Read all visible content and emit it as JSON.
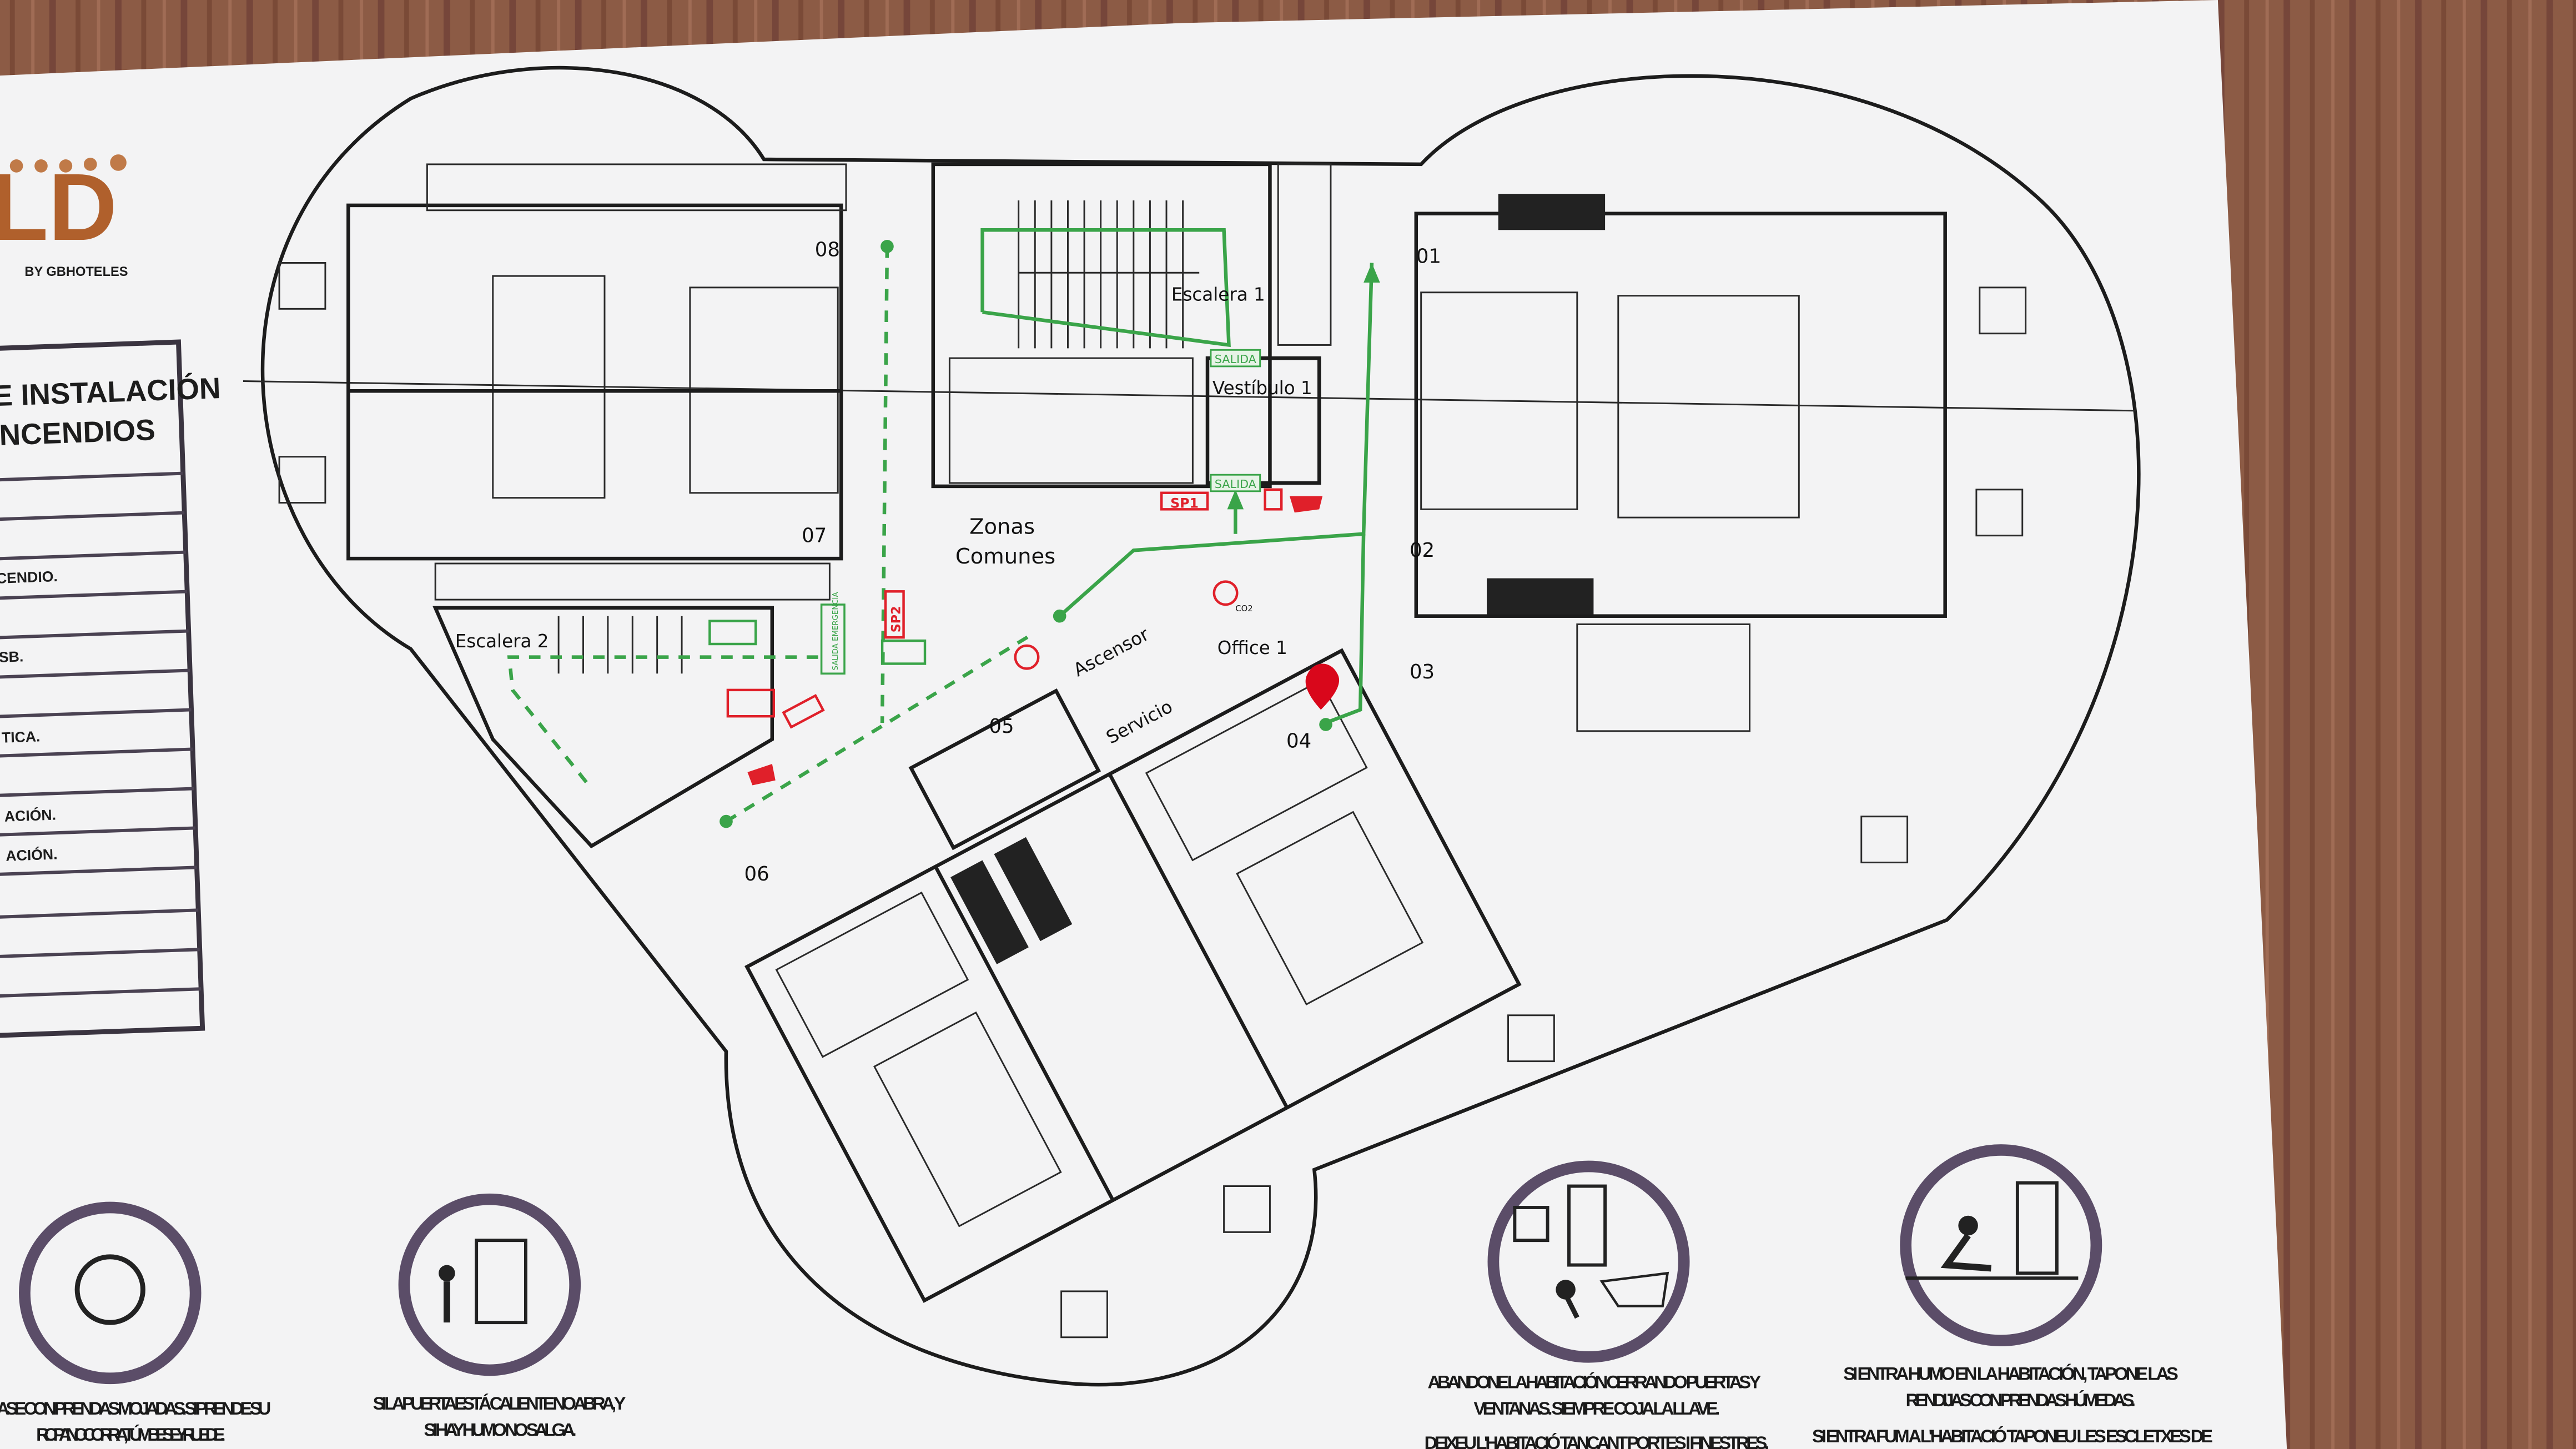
{
  "logo": {
    "letters": "LD",
    "subtitle": "BY GBHOTELES",
    "stars": 5
  },
  "legend_panel": {
    "title_line1": "E INSTALACIÓN",
    "title_line2": "INCENDIOS",
    "rows": [
      "CENDIO.",
      "SB.",
      "TICA.",
      "ACIÓN.",
      "ACIÓN."
    ]
  },
  "plan": {
    "rooms": [
      "08",
      "07",
      "06",
      "05",
      "04",
      "03",
      "02",
      "01"
    ],
    "areas": {
      "escalera1": "Escalera 1",
      "vestibulo1": "Vestíbulo 1",
      "zonas1": "Zonas",
      "zonas2": "Comunes",
      "escalera2": "Escalera 2",
      "ascensor1": "Ascensor",
      "ascensor2": "Servicio",
      "office": "Office 1"
    },
    "signs": {
      "salida_top": "SALIDA",
      "salida_bottom": "SALIDA",
      "sp1": "SP1",
      "sp2": "SP2",
      "salida_emergencia": "SALIDA EMERGENCIA",
      "co2": "CO2"
    },
    "colors": {
      "route": "#3aa449",
      "fire": "#e0202a",
      "marker": "#d9071b",
      "logo": "#b0602c"
    }
  },
  "instructions": [
    {
      "icon": "wet-cloth-face-icon",
      "line1": "JASE CON PRENDAS MOJADAS. SI PRENDE SU",
      "line2": "ROPA NO CORRA, TÚMBESE Y RUEDE."
    },
    {
      "icon": "hot-door-icon",
      "line1": "SI LA PUERTA ESTÁ CALIENTE NO ABRA, Y",
      "line2": "SI HAY HUMO NO SALGA."
    },
    {
      "icon": "take-key-icon",
      "line1": "ABANDONE LA HABITACIÓN CERRANDO PUERTAS Y",
      "line2": "VENTANAS. SIEMPRE COJA LA LLAVE.",
      "line3": "DEIXEU L'HABITACIÓ TANCANT PORTES I FINESTRES."
    },
    {
      "icon": "seal-door-icon",
      "line1": "SI ENTRA HUMO EN LA HABITACIÓN, TAPONE LAS",
      "line2": "RENDIJAS CON PRENDAS HÚMEDAS.",
      "line3": "SI ENTRA FUM A L'HABITACIÓ TAPONEU LES ESCLETXES DE"
    }
  ]
}
